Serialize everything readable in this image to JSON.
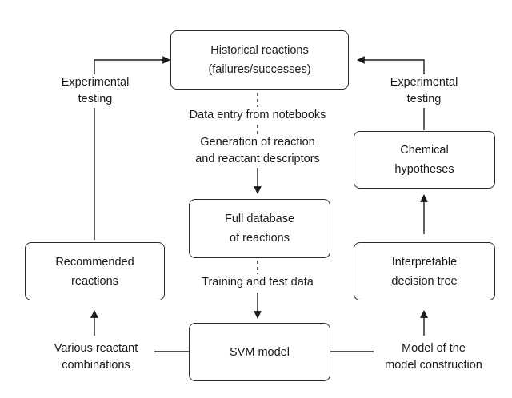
{
  "nodes": {
    "historical_reactions": [
      "Historical reactions",
      "(failures/successes)"
    ],
    "full_database": [
      "Full database",
      "of reactions"
    ],
    "svm_model": [
      "SVM model"
    ],
    "recommended_reactions": [
      "Recommended",
      "reactions"
    ],
    "chemical_hypotheses": [
      "Chemical",
      "hypotheses"
    ],
    "interpretable_tree": [
      "Interpretable",
      "decision tree"
    ]
  },
  "labels": {
    "experimental_testing_left": [
      "Experimental",
      "testing"
    ],
    "experimental_testing_right": [
      "Experimental",
      "testing"
    ],
    "data_entry": [
      "Data entry from notebooks"
    ],
    "descriptors": [
      "Generation of reaction",
      "and reactant descriptors"
    ],
    "training_test": [
      "Training and test data"
    ],
    "reactant_combinations": [
      "Various reactant",
      "combinations"
    ],
    "model_construction": [
      "Model of the",
      "model construction"
    ]
  }
}
